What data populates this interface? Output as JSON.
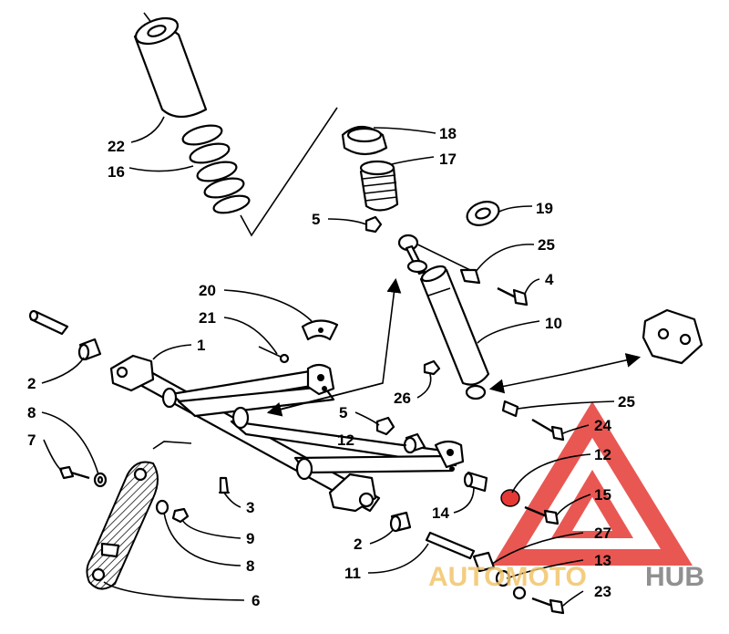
{
  "callouts": {
    "c22": "22",
    "c16": "16",
    "c18": "18",
    "c17": "17",
    "c5a": "5",
    "c19": "19",
    "c25a": "25",
    "c4": "4",
    "c20": "20",
    "c21": "21",
    "c1": "1",
    "c10": "10",
    "c2a": "2",
    "c8a": "8",
    "c7": "7",
    "c26": "26",
    "c5b": "5",
    "c25b": "25",
    "c24": "24",
    "c12a": "12",
    "c12b": "12",
    "c15": "15",
    "c14": "14",
    "c3": "3",
    "c9": "9",
    "c8b": "8",
    "c2b": "2",
    "c27": "27",
    "c11": "11",
    "c13": "13",
    "c6": "6",
    "c23": "23"
  },
  "watermark": {
    "part1": "AUTOMOTO",
    "part2": "HUB",
    "color_red": "#e53935",
    "color_orange": "#f2c56a",
    "color_gray": "#7d7d7d"
  }
}
